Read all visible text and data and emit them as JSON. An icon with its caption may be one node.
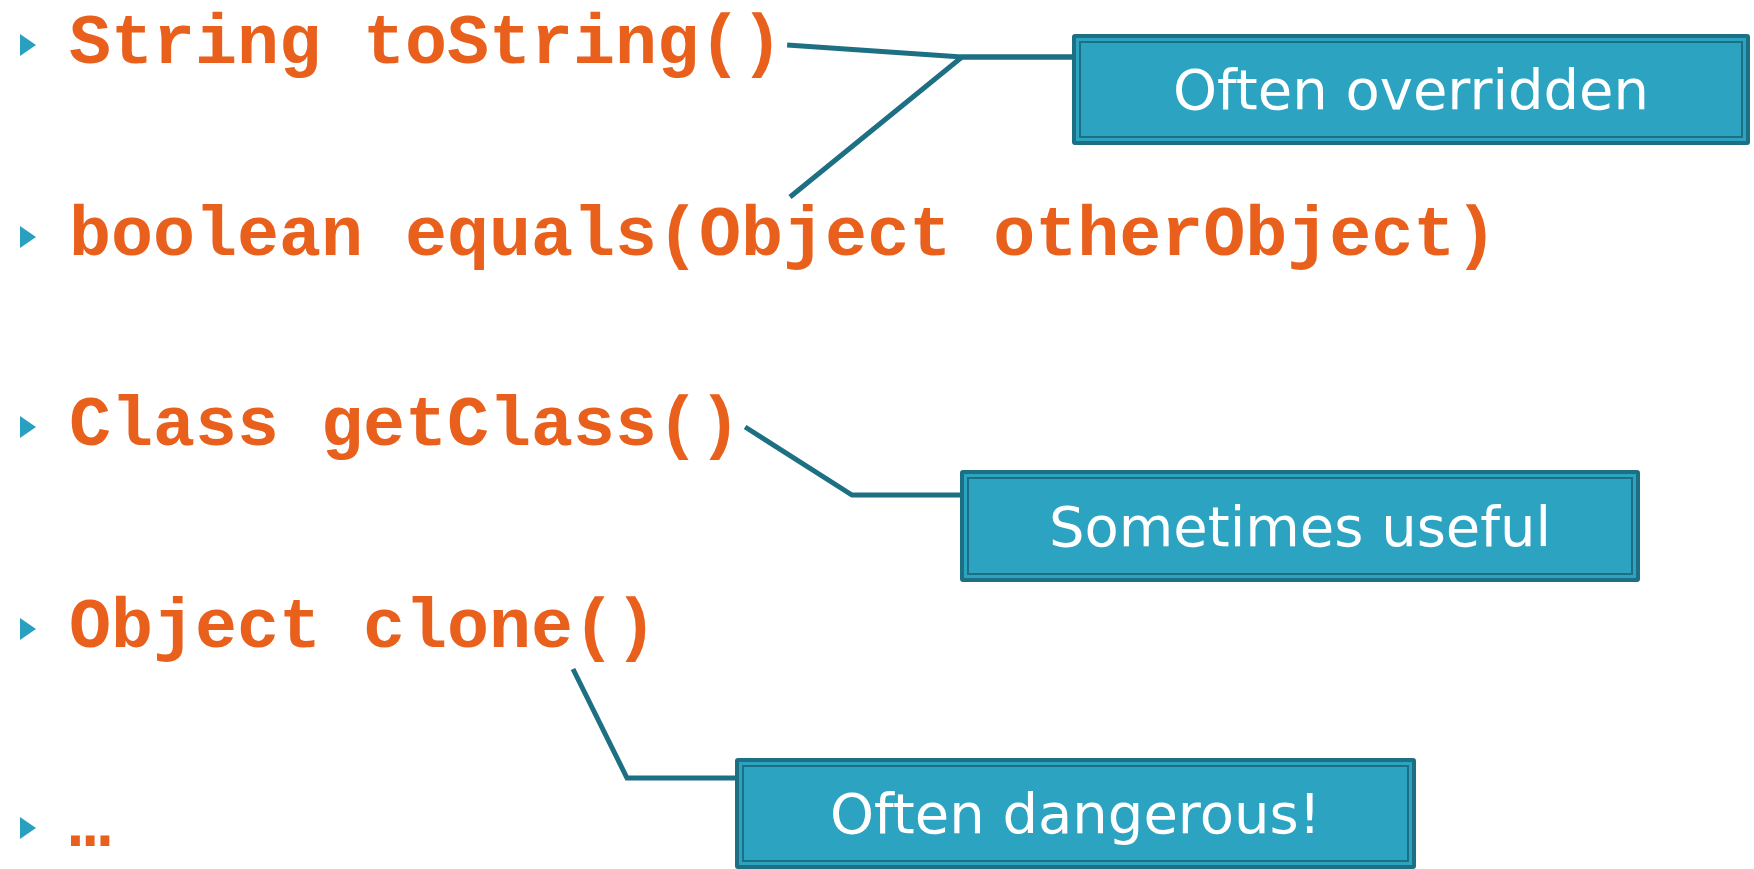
{
  "diagram": {
    "nodes": [
      {
        "text": [
          "String toString()"
        ]
      },
      {
        "text": [
          "boolean equals(Object otherObject)"
        ]
      },
      {
        "text": [
          "Class getClass()"
        ]
      },
      {
        "text": [
          "Object clone()"
        ]
      },
      {
        "text": [
          "Often overridden"
        ]
      },
      {
        "text": [
          "Sometimes useful"
        ]
      },
      {
        "text": [
          "Often dangerous!"
        ]
      }
    ],
    "edges": [
      {
        "from": 4,
        "to": 0,
        "arrow": "none"
      },
      {
        "from": 4,
        "to": 1,
        "arrow": "none"
      },
      {
        "from": 5,
        "to": 2,
        "arrow": "none"
      },
      {
        "from": 6,
        "to": 3,
        "arrow": "none"
      }
    ],
    "labels": [
      "…"
    ]
  }
}
